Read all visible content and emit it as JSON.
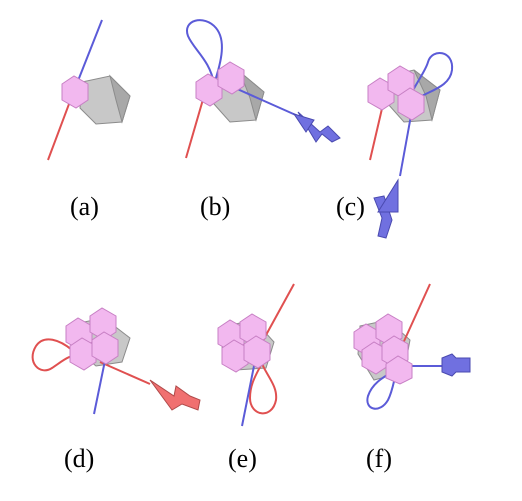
{
  "figure": {
    "panels": [
      {
        "label": "(a)"
      },
      {
        "label": "(b)"
      },
      {
        "label": "(c)"
      },
      {
        "label": "(d)"
      },
      {
        "label": "(e)"
      },
      {
        "label": "(f)"
      }
    ]
  },
  "colors": {
    "blue_strand": "#5b5bd8",
    "red_strand": "#e05050",
    "pink_tile": "#f2b8ef",
    "pink_tile_edge": "#c77fc4",
    "gray_block": "#c8c8c8",
    "gray_block_edge": "#8c8c8c",
    "blue_arrow": "#7070e0",
    "red_arrow": "#f07070"
  }
}
